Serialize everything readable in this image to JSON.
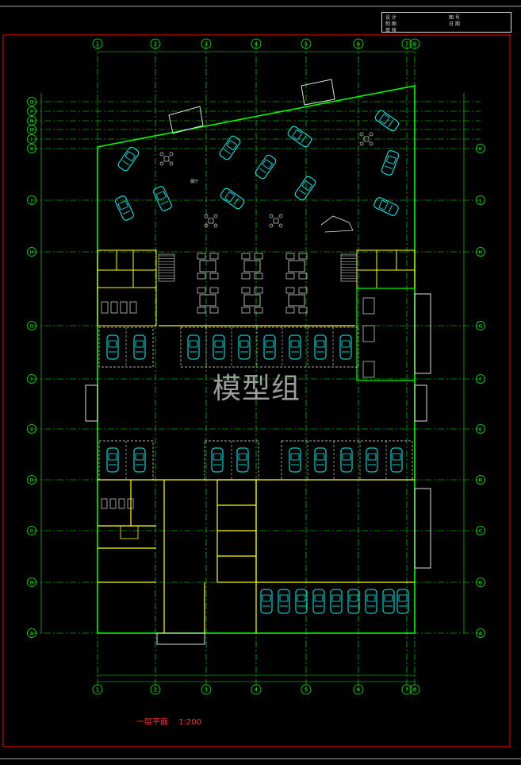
{
  "drawing": {
    "watermark": "模型组",
    "title": "一层平面",
    "scale": "1:200"
  },
  "grid": {
    "columns": [
      "1",
      "2",
      "3",
      "4",
      "5",
      "6",
      "7",
      "8"
    ],
    "rows": [
      "A",
      "B",
      "C",
      "D",
      "E",
      "F",
      "G",
      "H",
      "J",
      "K",
      "L",
      "M",
      "N",
      "P",
      "Q"
    ]
  },
  "title_block": {
    "r1c1": "设 计",
    "r1c2": "图 号",
    "r2c1": "制 图",
    "r2c2": "日 期",
    "r3c1": "审 核"
  },
  "colors": {
    "background": "#000000",
    "frame": "#ff0000",
    "grid": "#00ff00",
    "walls": "#00ff00",
    "partitions": "#ffff00",
    "cars": "#00ffff",
    "furniture": "#ffffff",
    "watermark": "#b8b8b8"
  }
}
